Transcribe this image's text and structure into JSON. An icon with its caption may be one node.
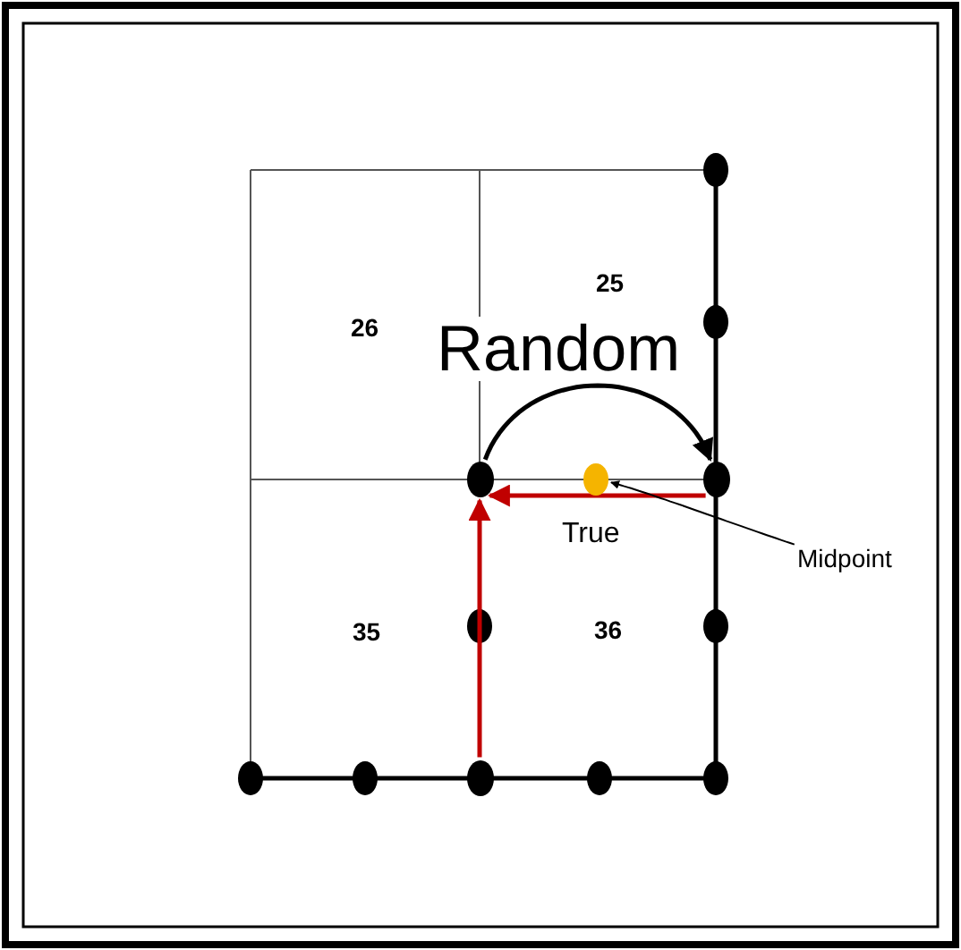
{
  "diagram": {
    "nodes": [
      {
        "text": [],
        "shape": "circle"
      },
      {
        "text": [],
        "shape": "circle"
      },
      {
        "text": [],
        "shape": "circle"
      },
      {
        "text": [],
        "shape": "circle"
      },
      {
        "text": [
          "Midpoint"
        ]
      }
    ],
    "edges": [
      {
        "from": 0,
        "to": 2,
        "arrow": "to",
        "label": "Random"
      },
      {
        "from": 2,
        "to": 0,
        "arrow": "to",
        "label": "True",
        "color": "#c00000"
      },
      {
        "from": 3,
        "to": 0,
        "arrow": "to",
        "color": "#c00000"
      },
      {
        "from": 4,
        "to": 1,
        "arrow": "to"
      }
    ],
    "labels": [
      "26",
      "25",
      "35",
      "36"
    ]
  }
}
